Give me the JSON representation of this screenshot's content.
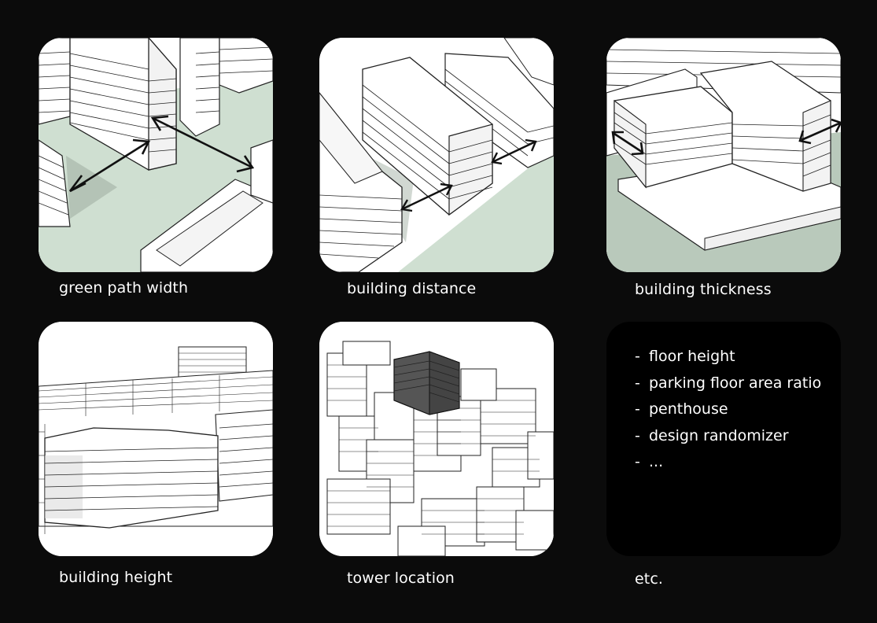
{
  "colors": {
    "background": "#0b0b0b",
    "ground": "#cfdfd1",
    "building": "#ffffff",
    "line": "#222222",
    "tower": "#555555"
  },
  "panels": [
    {
      "caption": "green path width",
      "icon": "green-path-width-illustration"
    },
    {
      "caption": "building distance",
      "icon": "building-distance-illustration"
    },
    {
      "caption": "building thickness",
      "icon": "building-thickness-illustration"
    },
    {
      "caption": "building height",
      "icon": "building-height-illustration"
    },
    {
      "caption": "tower location",
      "icon": "tower-location-illustration"
    },
    {
      "caption": "etc."
    }
  ],
  "list": [
    {
      "dash": "-",
      "text": "floor height"
    },
    {
      "dash": "-",
      "text": "parking floor area ratio"
    },
    {
      "dash": "-",
      "text": "penthouse"
    },
    {
      "dash": "-",
      "text": "design randomizer"
    },
    {
      "dash": "-",
      "text": "..."
    }
  ]
}
